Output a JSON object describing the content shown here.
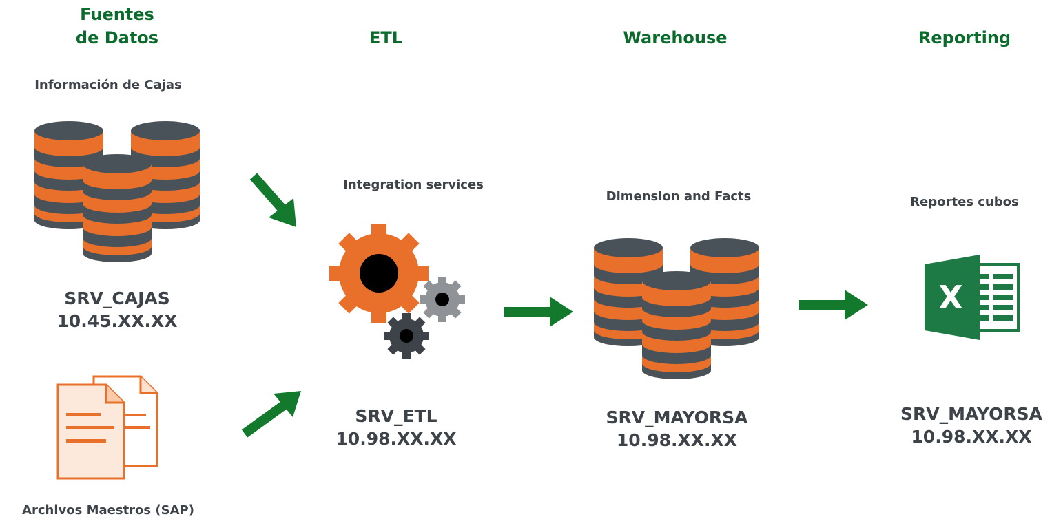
{
  "columns": {
    "sources": {
      "heading_line1": "Fuentes",
      "heading_line2": "de Datos"
    },
    "etl": {
      "heading": "ETL"
    },
    "warehouse": {
      "heading": "Warehouse"
    },
    "reporting": {
      "heading": "Reporting"
    }
  },
  "nodes": {
    "cajas": {
      "caption": "Información de Cajas",
      "server": "SRV_CAJAS",
      "ip": "10.45.XX.XX",
      "icon": "database-stack-icon"
    },
    "sap": {
      "caption": "Archivos Maestros (SAP)",
      "icon": "document-files-icon"
    },
    "etl": {
      "caption": "Integration services",
      "server": "SRV_ETL",
      "ip": "10.98.XX.XX",
      "icon": "gears-icon"
    },
    "warehouse": {
      "caption": "Dimension and Facts",
      "server": "SRV_MAYORSA",
      "ip": "10.98.XX.XX",
      "icon": "database-stack-icon"
    },
    "reporting": {
      "caption": "Reportes cubos",
      "server": "SRV_MAYORSA",
      "ip": "10.98.XX.XX",
      "icon": "excel-icon",
      "icon_letter": "X"
    }
  },
  "colors": {
    "heading_green": "#0b6b2c",
    "arrow_green": "#137a2d",
    "orange": "#e8702a",
    "slate": "#4a5259",
    "text_dark": "#3d4349",
    "excel_green": "#1e7a45"
  }
}
